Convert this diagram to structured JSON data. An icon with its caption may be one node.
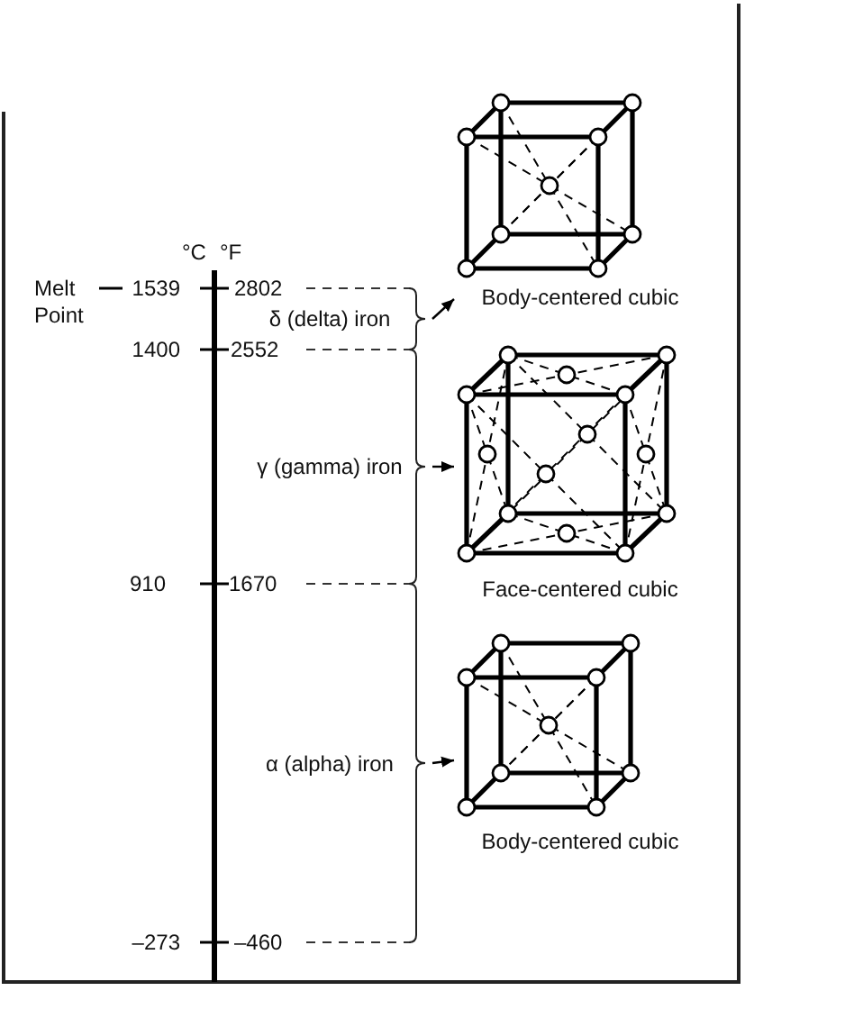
{
  "diagram": {
    "nodes": [
      {
        "text": [
          "δ (delta) iron"
        ]
      },
      {
        "text": [
          "γ (gamma) iron"
        ]
      },
      {
        "text": [
          "α (alpha) iron"
        ]
      },
      {
        "text": [
          "Body-centered cubic"
        ]
      },
      {
        "text": [
          "Face-centered cubic"
        ]
      },
      {
        "text": [
          "Body-centered cubic"
        ]
      }
    ],
    "edges": [
      {
        "from": 0,
        "to": 3,
        "arrow": "to"
      },
      {
        "from": 1,
        "to": 4,
        "arrow": "to"
      },
      {
        "from": 2,
        "to": 5,
        "arrow": "to"
      }
    ],
    "labels": [
      "°C",
      "°F",
      "Melt Point",
      "1539",
      "2802",
      "1400",
      "2552",
      "910",
      "1670",
      "–273",
      "–460"
    ]
  }
}
